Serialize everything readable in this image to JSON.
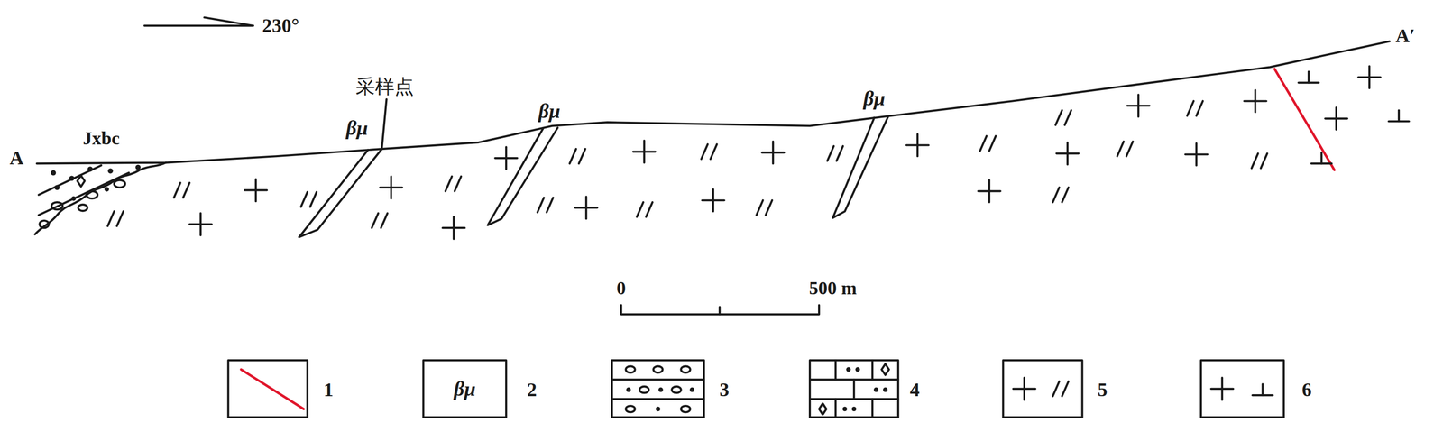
{
  "diagram": {
    "labels": [
      "230°",
      "A",
      "Jxbc",
      "采样点",
      "βμ",
      "βμ",
      "βμ",
      "A′",
      "0",
      "500 m",
      "βμ"
    ],
    "legend": [
      {
        "text": "1"
      },
      {
        "text": "2"
      },
      {
        "text": "3"
      },
      {
        "text": "4"
      },
      {
        "text": "5"
      },
      {
        "text": "6"
      }
    ]
  }
}
